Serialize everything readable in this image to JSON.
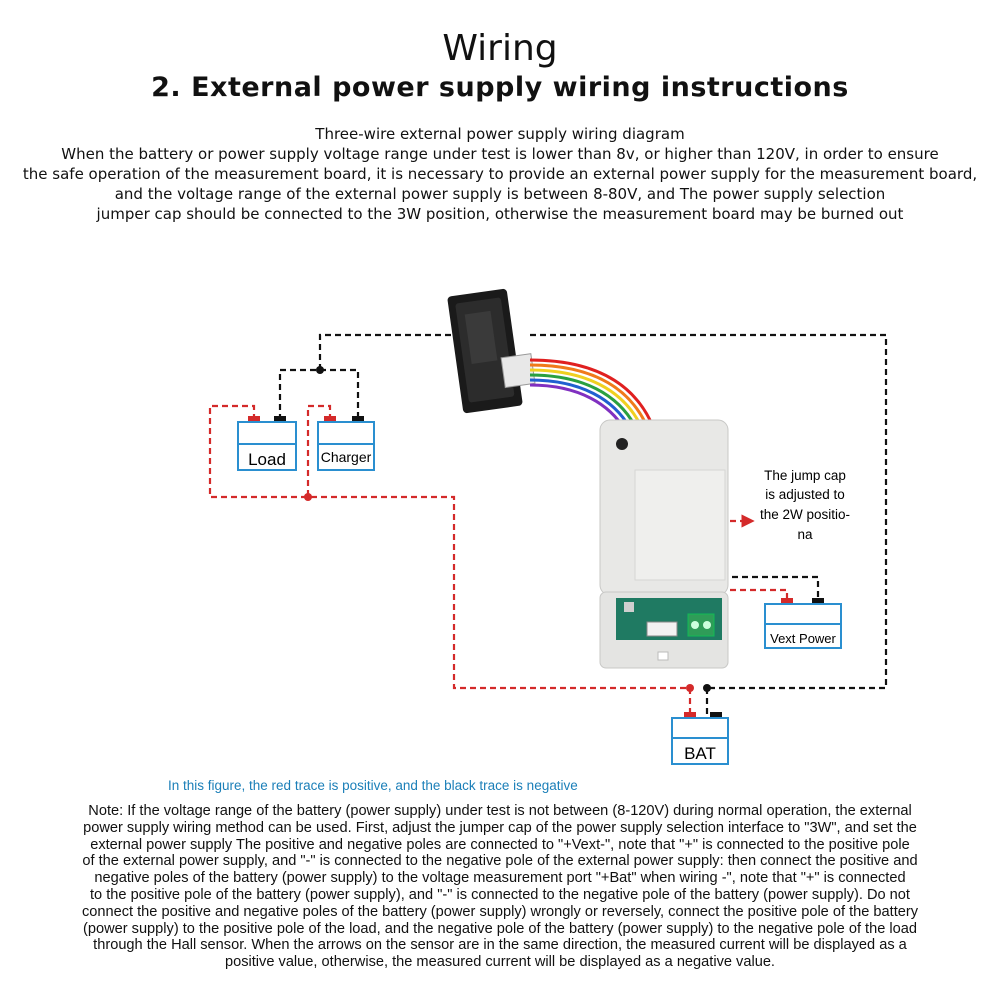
{
  "title": "Wiring",
  "subtitle": "2. External power supply wiring instructions",
  "intro_lines": [
    "Three-wire external power supply wiring diagram",
    "When the battery or power supply voltage range under test is lower than 8v, or higher than 120V, in order to ensure",
    "the safe operation of the measurement board, it is necessary to provide an external power supply for the measurement board,",
    "and the voltage range of the external power supply is between 8-80V, and The power supply selection",
    "jumper cap should be connected to the 3W position, otherwise the measurement board may be burned out"
  ],
  "diagram": {
    "load_label": "Load",
    "charger_label": "Charger",
    "vext_label": "Vext Power",
    "bat_label": "BAT",
    "jump_cap_note": [
      "The jump cap",
      "is adjusted to",
      "the 2W positio-",
      "na"
    ],
    "positive_color": "#d42a2a",
    "negative_color": "#111111"
  },
  "caption": "In this figure, the red trace is positive, and the black trace is negative",
  "note_lines": [
    "Note: If the voltage range of the battery (power supply) under test is not between (8-120V) during normal operation, the external",
    "power supply wiring method can be used. First, adjust the jumper cap of the power supply selection interface to \"3W\", and set the",
    "external power supply The positive and negative poles are connected to \"+Vext-\", note that \"+\" is connected to the positive pole",
    "of the external power supply, and \"-\" is connected to the negative pole of the external power supply: then connect the positive and",
    "negative poles of the battery (power supply) to the voltage measurement port \"+Bat\" when wiring -\", note that \"+\" is connected",
    "to the positive pole of the battery (power supply), and \"-\" is connected to the negative pole of the battery (power supply). Do not",
    "connect the positive and negative poles of the battery (power supply) wrongly or reversely, connect the positive pole of the battery",
    "(power supply) to the positive pole of the load, and the negative pole of the battery (power supply) to the negative pole of the load",
    "through the Hall sensor. When the arrows on the sensor are in the same direction, the measured current will be displayed as a",
    "positive value, otherwise, the measured current will be displayed as a negative value."
  ]
}
